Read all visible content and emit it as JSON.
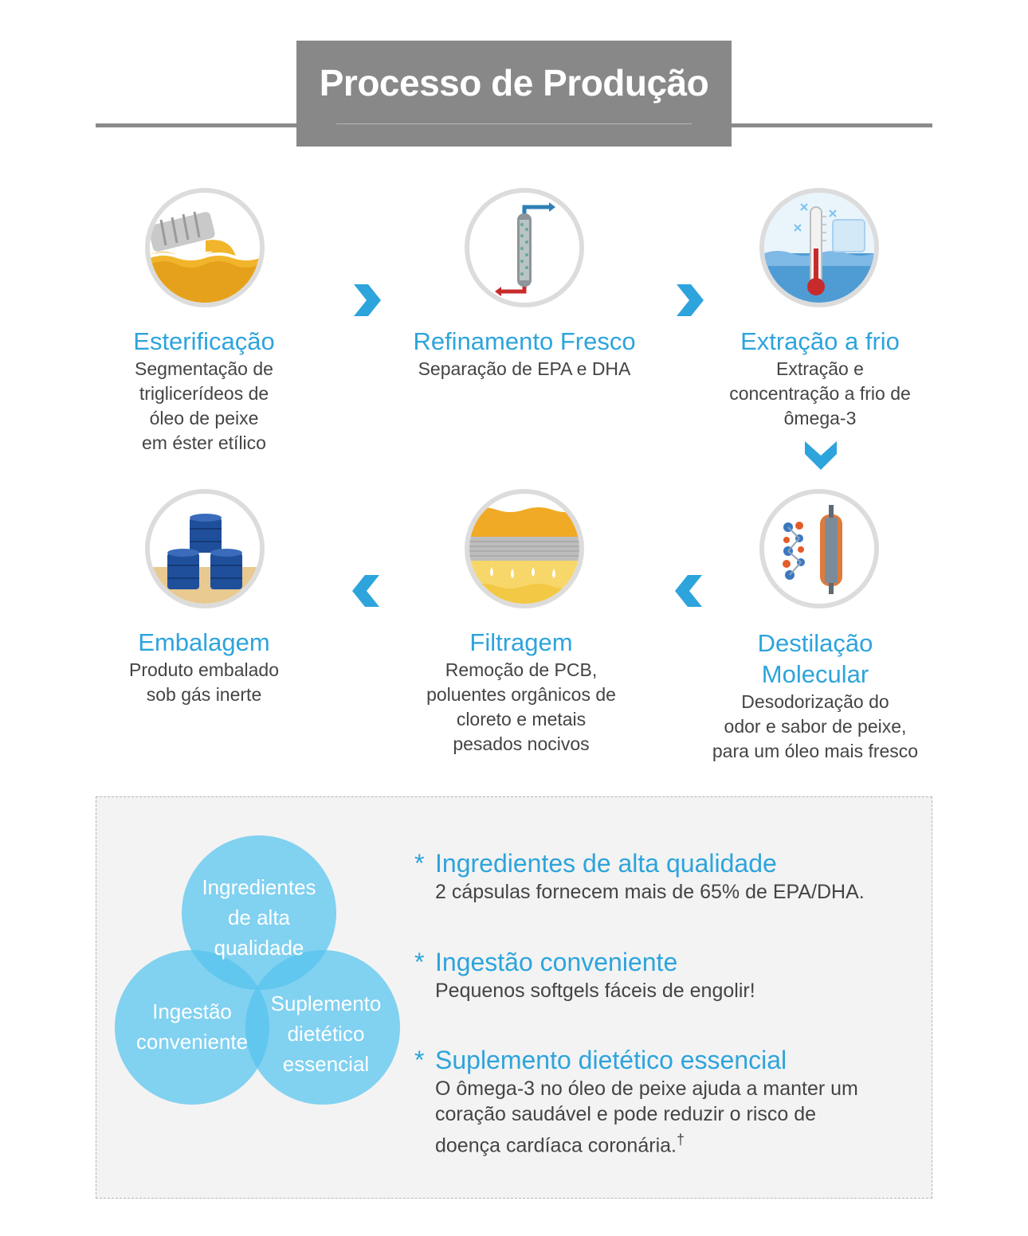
{
  "header": {
    "title": "Processo de Produção"
  },
  "steps": [
    {
      "title": "Esterificação",
      "desc": "Segmentação de\ntriglicerídeos de\nóleo de peixe\nem éster etílico",
      "icon": "esterification-icon"
    },
    {
      "title": "Refinamento Fresco",
      "desc": "Separação de EPA e DHA",
      "icon": "refining-column-icon"
    },
    {
      "title": "Extração a frio",
      "desc": "Extração e\nconcentração a frio de\nômega-3",
      "icon": "cold-thermometer-icon"
    },
    {
      "title": "Destilação\nMolecular",
      "desc": "Desodorização do\nodor e sabor de peixe,\npara um óleo mais fresco",
      "icon": "distillation-icon"
    },
    {
      "title": "Filtragem",
      "desc": "Remoção de PCB,\npoluentes orgânicos de\ncloreto e metais\npesados nocivos",
      "icon": "filter-icon"
    },
    {
      "title": "Embalagem",
      "desc": "Produto embalado\nsob gás inerte",
      "icon": "barrels-icon"
    }
  ],
  "venn": {
    "top": "Ingredientes\nde alta\nqualidade",
    "left": "Ingestão\nconveniente",
    "right": "Suplemento\ndietético\nessencial"
  },
  "features": [
    {
      "star": "*",
      "title": "Ingredientes de alta qualidade",
      "desc": "2 cápsulas fornecem mais de 65% de EPA/DHA."
    },
    {
      "star": "*",
      "title": "Ingestão conveniente",
      "desc": "Pequenos softgels fáceis de engolir!"
    },
    {
      "star": "*",
      "title": "Suplemento dietético essencial",
      "desc": "O ômega-3 no óleo de peixe ajuda a manter um\ncoração saudável e pode reduzir o risco de\ndoença cardíaca coronária.",
      "mark": "†"
    }
  ],
  "colors": {
    "accent": "#2da4dc",
    "arrow": "#2da4dc",
    "header": "#888888",
    "venn": "#54c4ee"
  }
}
